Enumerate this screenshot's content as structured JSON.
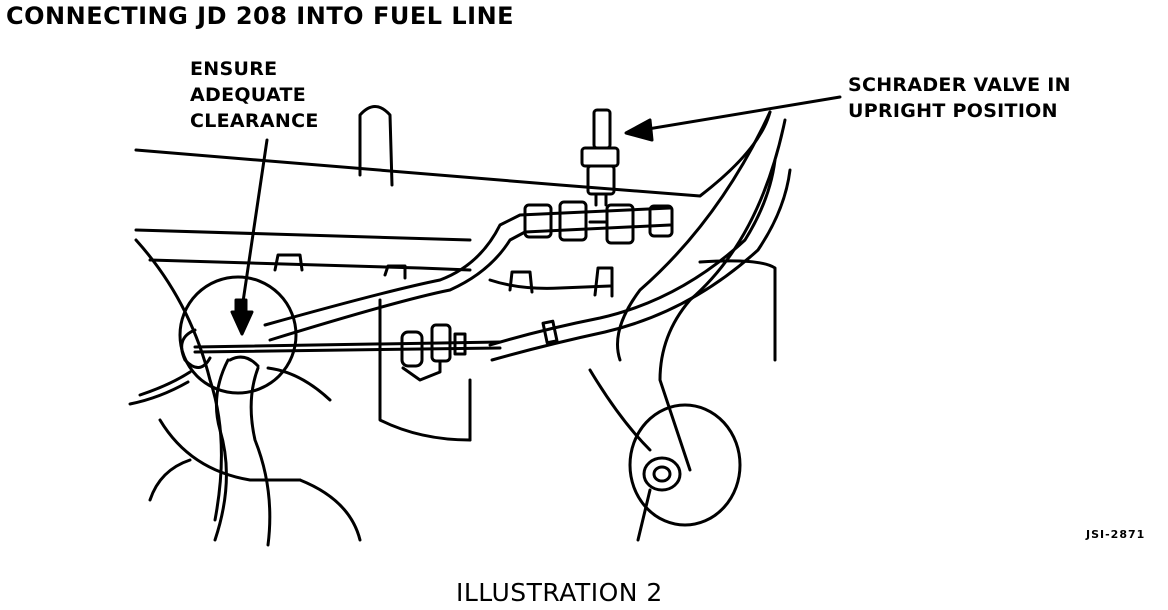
{
  "title": "CONNECTING JD 208 INTO FUEL LINE",
  "callouts": {
    "clearance": [
      "ENSURE",
      "ADEQUATE",
      "CLEARANCE"
    ],
    "schrader": [
      "SCHRADER VALVE IN",
      "UPRIGHT POSITION"
    ]
  },
  "figure_code": "JSI-2871",
  "caption": "ILLUSTRATION 2"
}
